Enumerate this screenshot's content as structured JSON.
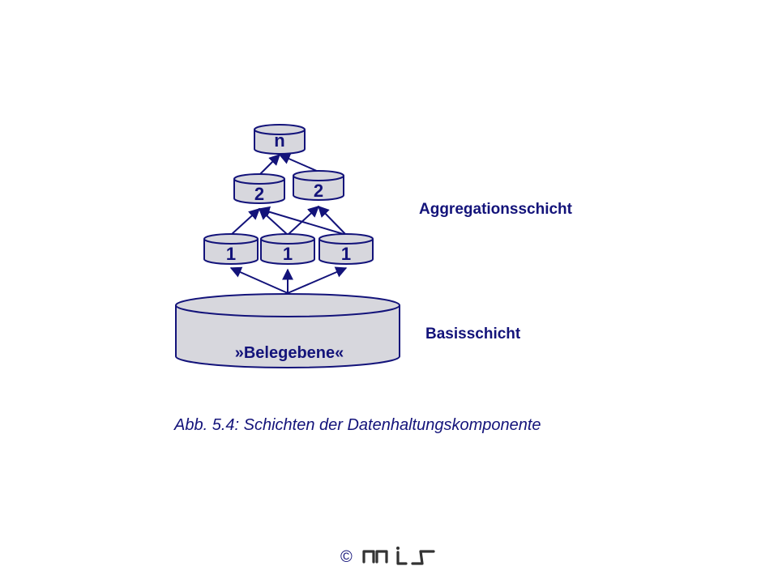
{
  "diagram": {
    "nodes": {
      "top": "n",
      "level2_left": "2",
      "level2_right": "2",
      "level1_left": "1",
      "level1_middle": "1",
      "level1_right": "1",
      "base": "»Belegebene«"
    },
    "layers": {
      "aggregation": "Aggregationsschicht",
      "base": "Basisschicht"
    }
  },
  "caption": "Abb. 5.4: Schichten der Datenhaltungskomponente",
  "footer": {
    "copyright": "©",
    "logo": "mis-logo"
  },
  "colors": {
    "stroke": "#13137a",
    "fill": "#d7d7dd",
    "text": "#13137a"
  }
}
